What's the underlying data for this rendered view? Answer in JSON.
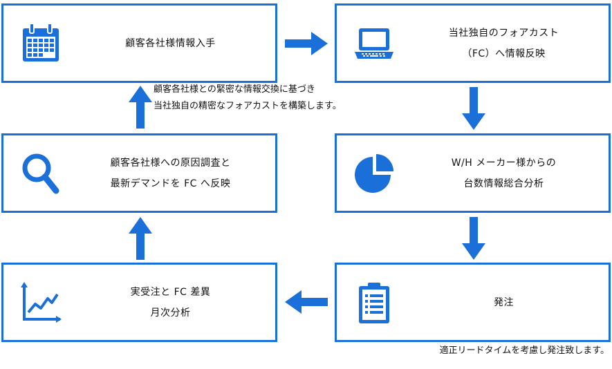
{
  "colors": {
    "accent": "#1a6fd8",
    "box_border": "#1a6fd8",
    "text": "#111111"
  },
  "boxes": {
    "obtain": {
      "icon": "calendar-icon",
      "lines": [
        "顧客各社様情報入手"
      ]
    },
    "forecast": {
      "icon": "laptop-icon",
      "lines": [
        "当社独自のフォアカスト",
        "（FC）へ情報反映"
      ]
    },
    "analysis": {
      "icon": "pie-chart-icon",
      "lines": [
        "W/H メーカー様からの",
        "台数情報総合分析"
      ]
    },
    "order": {
      "icon": "clipboard-list-icon",
      "lines": [
        "発注"
      ]
    },
    "monthly": {
      "icon": "line-chart-icon",
      "lines": [
        "実受注と FC 差異",
        "月次分析"
      ]
    },
    "investigate": {
      "icon": "magnifier-icon",
      "lines": [
        "顧客各社様への原因調査と",
        "最新デマンドを FC へ反映"
      ]
    }
  },
  "notes": {
    "feedback": [
      "顧客各社様との緊密な情報交換に基づき",
      "当社独自の精密なフォアカストを構築します。"
    ],
    "lead_time": "適正リードタイムを考慮し発注致します。"
  }
}
